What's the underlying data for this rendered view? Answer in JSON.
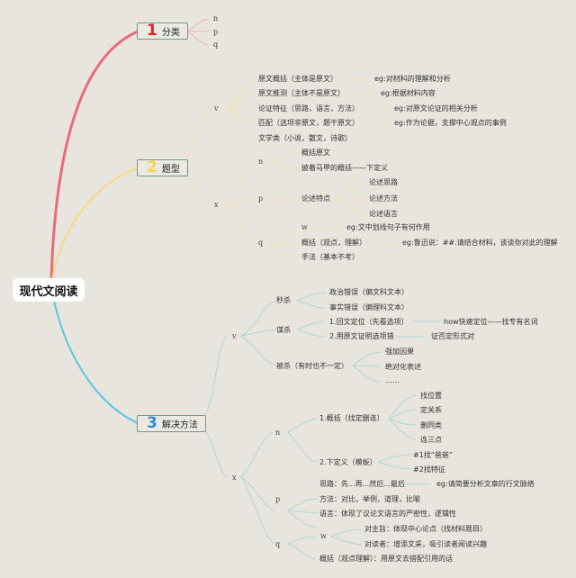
{
  "title": "现代文阅读",
  "colors": {
    "background": "#e8e4de",
    "branch1": "#ea6b78",
    "branch2": "#f6d98a",
    "branch3": "#5ec7de",
    "num1": "#e3202f",
    "num2": "#f3d64a",
    "num3": "#2b8fd6",
    "topic_border": "#6f9d86"
  },
  "branches": [
    {
      "num": "1",
      "label": "分类",
      "children": [
        "n",
        "p",
        "q"
      ]
    },
    {
      "num": "2",
      "label": "题型",
      "v": {
        "label": "v",
        "items": [
          {
            "text": "原文概括（主体是原文）",
            "note": "eg:对材料的理解和分析"
          },
          {
            "text": "原文推测（主体不是原文）",
            "note": "eg:根据材料内容"
          },
          {
            "text": "论证特征（思路，语言，方法）",
            "note": "eg:对原文论证的相关分析"
          },
          {
            "text": "匹配（选项非原文，题干原文）",
            "note": "eg:作为论据，支撑中心观点的事例"
          },
          {
            "text": "文学类（小说，散文，诗歌）"
          }
        ]
      },
      "x": {
        "label": "x",
        "n": {
          "label": "n",
          "items": [
            "概括原文",
            "披着马甲的概括——下定义"
          ]
        },
        "p": {
          "label": "p",
          "item": "论述特点",
          "sub": [
            "论述思路",
            "论述方法",
            "论述语言"
          ]
        },
        "q": {
          "label": "q",
          "w": {
            "label": "w",
            "note": "eg:文中划线句子有何作用"
          },
          "summary": {
            "text": "概括（观点，理解）",
            "note": "eg:鲁迅说：##.请结合材料，谈谈你对此的理解"
          },
          "technique": "手法（基本不考）"
        }
      }
    },
    {
      "num": "3",
      "label": "解决方法",
      "v": {
        "label": "v",
        "miaosha": {
          "label": "秒杀",
          "items": [
            "政治错误（偏文科文本）",
            "事实错误（偏理科文本）"
          ]
        },
        "mousha": {
          "label": "谋杀",
          "items": [
            {
              "text": "1.回文定位（先看选项）",
              "note": "how快速定位——找专有名词"
            },
            {
              "text": "2.用原文证明选项错",
              "note": "证否定形式对"
            }
          ]
        },
        "beisha": {
          "label": "被杀（有时也不一定）",
          "items": [
            "强加因果",
            "绝对化表述",
            "……"
          ]
        }
      },
      "x": {
        "label": "x",
        "n": {
          "label": "n",
          "gaikuo": {
            "text": "1.概括（找定删连）",
            "items": [
              "找位置",
              "定关系",
              "删同类",
              "连三点"
            ]
          },
          "dingyi": {
            "text": "2.下定义（模板）",
            "items": [
              "#1找“爸爸”",
              "#2找特征"
            ]
          }
        },
        "p": {
          "label": "p",
          "items": [
            {
              "text": "思路：先...再...然后...最后",
              "note": "eg:请简要分析文章的行文脉络"
            },
            {
              "text": "方法：对比，举例，道理，比喻"
            },
            {
              "text": "语言：体现了议论文语言的严密性，逻辑性"
            }
          ]
        },
        "q": {
          "label": "q",
          "w": {
            "label": "w",
            "items": [
              "对主旨：体现中心论点（找材料题目）",
              "对读者：增添文采，吸引读者阅读兴趣"
            ]
          },
          "summary": "概括（观点理解）：用原文去搭配引用的话"
        }
      }
    }
  ]
}
